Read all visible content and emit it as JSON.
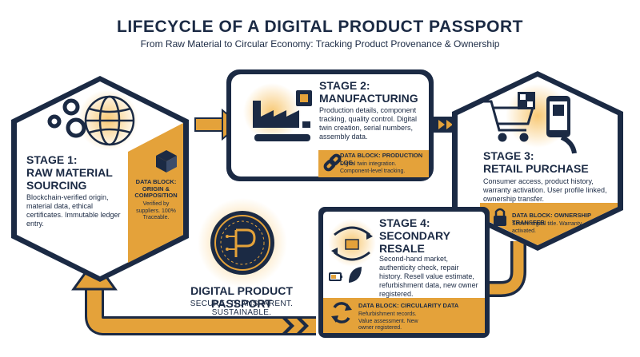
{
  "header": {
    "title": "LIFECYCLE OF A DIGITAL PRODUCT PASSPORT",
    "subtitle": "From Raw Material to Circular Economy: Tracking Product Provenance & Ownership"
  },
  "stages": [
    {
      "heading_line1": "STAGE 1:",
      "heading_line2": "RAW MATERIAL",
      "heading_line3": "SOURCING",
      "body": "Blockchain-verified origin, material data, ethical certificates. Immutable ledger entry.",
      "block_title_line1": "DATA BLOCK:",
      "block_title_line2": "ORIGIN &",
      "block_title_line3": "COMPOSITION",
      "block_body": "Verified by suppliers. 100% Traceable."
    },
    {
      "heading_line1": "STAGE 2:",
      "heading_line2": "MANUFACTURING",
      "body": "Production details, component tracking, quality control. Digital twin creation, serial numbers, assembly data.",
      "block_title": "DATA BLOCK: PRODUCTION LOG",
      "block_body": "Digital twin integration. Component-level tracking."
    },
    {
      "heading_line1": "STAGE 3:",
      "heading_line2": "RETAIL PURCHASE",
      "body": "Consumer access, product history, warranty activation. User profile linked, ownership transfer.",
      "block_title": "DATA BLOCK: OWNERSHIP TRANSFER",
      "block_body": "Secure digital title. Warranty activated."
    },
    {
      "heading_line1": "STAGE 4:",
      "heading_line2": "SECONDARY",
      "heading_line3": "RESALE",
      "body": "Second-hand market, authenticity check, repair history. Resell value estimate, refurbishment data, new owner registered.",
      "block_title": "DATA BLOCK: CIRCULARITY DATA",
      "block_body": "Refurbishment records. Value assessment. New owner registered."
    }
  ],
  "center": {
    "title": "DIGITAL PRODUCT PASSPORT",
    "tagline": "SECURE. TRANSPARENT. SUSTAINABLE."
  },
  "colors": {
    "navy": "#1b2a44",
    "gold": "#e4a23a",
    "gold_light": "#f2c46d",
    "panel_fill": "#ffffff"
  },
  "icons": [
    "gears-icon",
    "globe-icon",
    "box-icon",
    "factory-icon",
    "chip-icon",
    "chain-link-icon",
    "shopping-cart-icon",
    "qr-code-icon",
    "phone-icon",
    "lock-icon",
    "hands-exchange-icon",
    "battery-icon",
    "leaf-icon",
    "recycle-arrows-icon",
    "dpp-logo-icon"
  ]
}
